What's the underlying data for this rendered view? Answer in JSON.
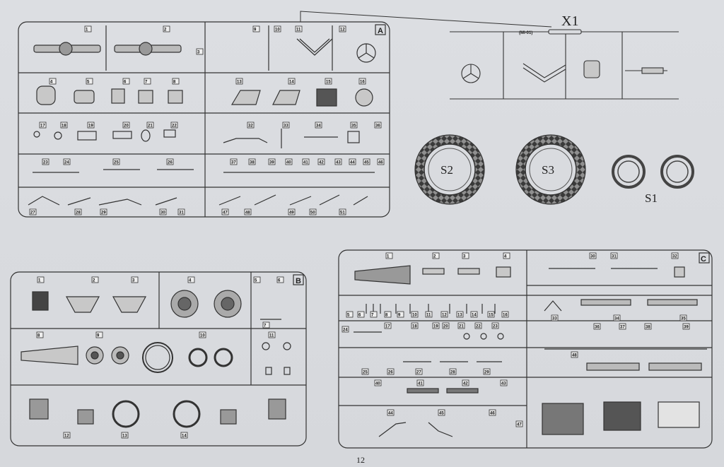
{
  "page_number": "12",
  "sprues": {
    "A": {
      "letter": "A",
      "numbers": [
        "1",
        "2",
        "3",
        "4",
        "5",
        "6",
        "7",
        "8",
        "9",
        "10",
        "11",
        "12",
        "13",
        "14",
        "15",
        "16",
        "17",
        "18",
        "19",
        "20",
        "21",
        "22",
        "23",
        "24",
        "25",
        "26",
        "27",
        "28",
        "29",
        "30",
        "31",
        "32",
        "33",
        "34",
        "35",
        "36",
        "37",
        "38",
        "39",
        "40",
        "41",
        "42",
        "43",
        "44",
        "45",
        "46",
        "47",
        "48",
        "49",
        "50",
        "51"
      ]
    },
    "B": {
      "letter": "B",
      "numbers": [
        "1",
        "2",
        "3",
        "4",
        "5",
        "6",
        "7",
        "8",
        "9",
        "10",
        "11",
        "12",
        "13",
        "14"
      ]
    },
    "C": {
      "letter": "C",
      "numbers": [
        "1",
        "2",
        "3",
        "4",
        "5",
        "6",
        "7",
        "8",
        "9",
        "10",
        "11",
        "12",
        "13",
        "14",
        "15",
        "16",
        "17",
        "18",
        "19",
        "20",
        "21",
        "22",
        "23",
        "24",
        "25",
        "26",
        "27",
        "28",
        "29",
        "30",
        "31",
        "32",
        "33",
        "34",
        "35",
        "36",
        "37",
        "38",
        "39",
        "40",
        "41",
        "42",
        "43",
        "44",
        "45",
        "46",
        "47",
        "48"
      ]
    }
  },
  "x1": {
    "label": "X1",
    "code": "(MI-01)"
  },
  "tires": {
    "s1": "S1",
    "s2": "S2",
    "s3": "S3"
  },
  "colors": {
    "ink": "#2a2a2a",
    "paper": "#d9dbdf",
    "dark_part": "#4a4a4a"
  }
}
